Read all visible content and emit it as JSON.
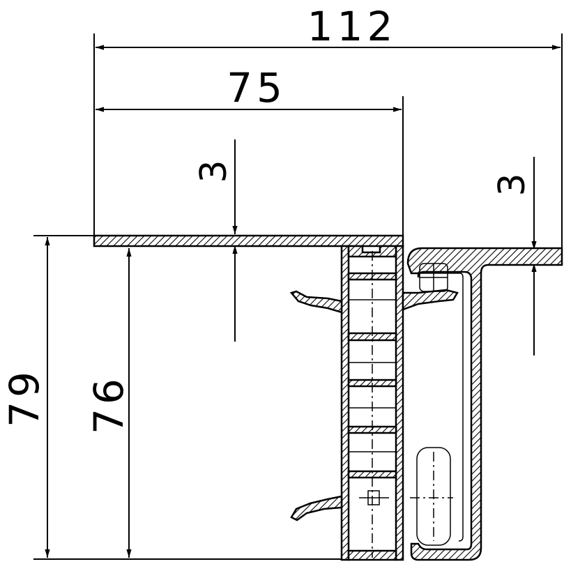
{
  "dimensions": {
    "overall_width": "112",
    "inner_width": "75",
    "top_thickness": "3",
    "side_thickness": "3",
    "overall_height": "79",
    "inner_height": "76"
  }
}
